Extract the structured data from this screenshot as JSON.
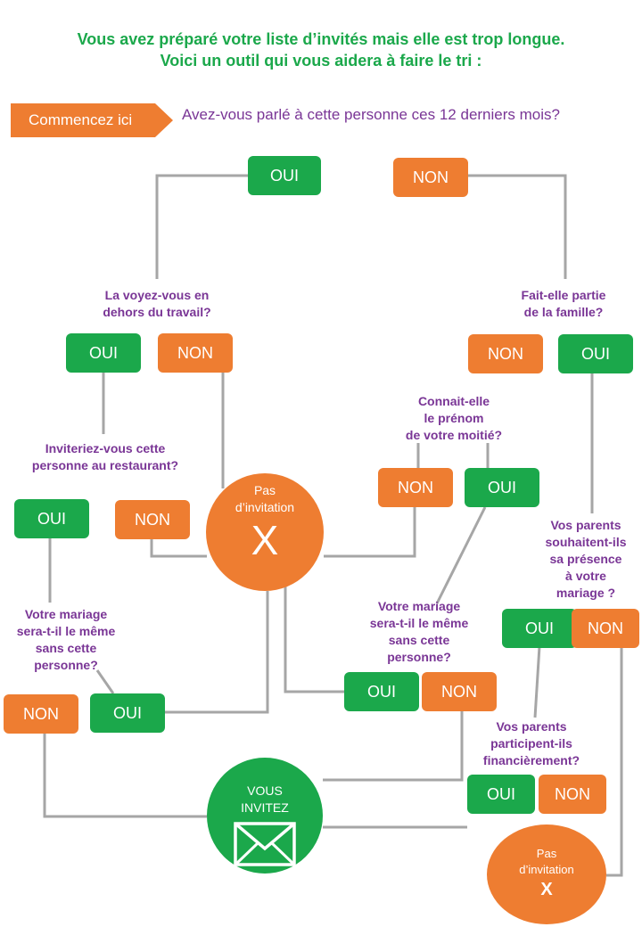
{
  "title": {
    "line1": "Vous avez préparé votre liste d’invités mais elle est trop longue.",
    "line2": "Voici un outil qui vous aidera à faire le tri :"
  },
  "start": {
    "label": "Commencez ici",
    "question": "Avez-vous parlé à cette personne ces 12 derniers mois?"
  },
  "answers": {
    "yes": "OUI",
    "no": "NON"
  },
  "questions": {
    "q_dehors": [
      "La voyez-vous en",
      "dehors du travail?"
    ],
    "q_famille": [
      "Fait-elle partie",
      "de la famille?"
    ],
    "q_prenom": [
      "Connait-elle",
      "le prénom",
      "de votre moitié?"
    ],
    "q_restaurant": [
      "Inviteriez-vous cette",
      "personne au restaurant?"
    ],
    "q_parents": [
      "Vos parents",
      "souhaitent-ils",
      "sa présence",
      "à votre",
      "mariage ?"
    ],
    "q_mariage_left": [
      "Votre mariage",
      "sera-t-il le même",
      "sans cette",
      "personne?"
    ],
    "q_mariage_mid": [
      "Votre mariage",
      "sera-t-il le même",
      "sans cette",
      "personne?"
    ],
    "q_financier": [
      "Vos parents",
      "participent-ils",
      "financièrement?"
    ]
  },
  "outcomes": {
    "no_invite": {
      "line1": "Pas",
      "line2": "d’invitation",
      "mark": "X"
    },
    "invite": {
      "line1": "VOUS",
      "line2": "INVITEZ",
      "icon": "envelope-icon"
    }
  },
  "colors": {
    "green": "#1ba84b",
    "orange": "#ee7d31",
    "purple": "#7a3696",
    "line": "#a6a6a6"
  }
}
